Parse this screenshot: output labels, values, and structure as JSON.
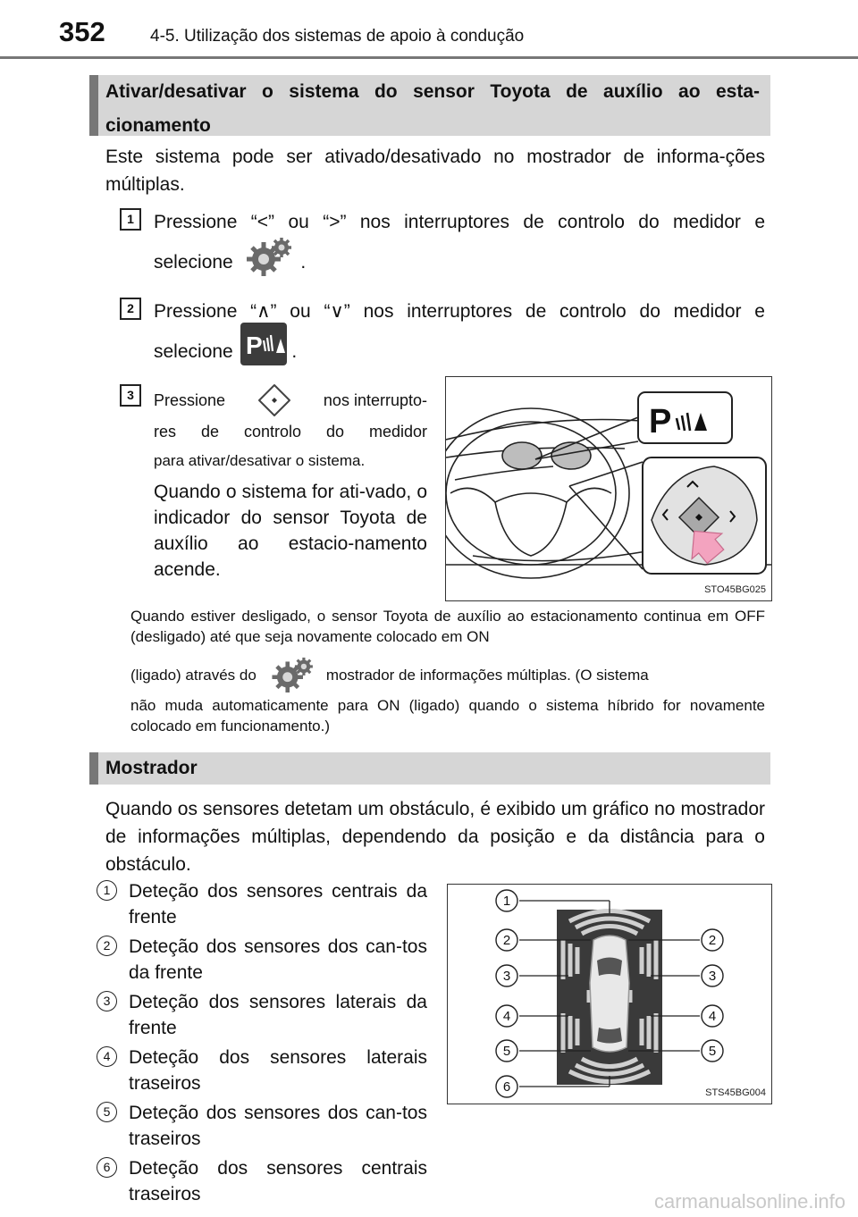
{
  "header": {
    "page_number": "352",
    "title": "4-5. Utilização dos sistemas de apoio à condução"
  },
  "section1": {
    "title": "Ativar/desativar o sistema do sensor Toyota de auxílio ao esta-cionamento",
    "intro": "Este sistema pode ser ativado/desativado no mostrador de informa-ções múltiplas.",
    "steps": [
      {
        "num": "1",
        "line1": "Pressione “<” ou “>” nos interruptores de controlo do medidor e",
        "line2_before": "selecione",
        "line2_after": "."
      },
      {
        "num": "2",
        "line1": "Pressione “∧” ou “∨” nos interruptores de controlo do medidor e",
        "line2_before": "selecione",
        "line2_after": "."
      },
      {
        "num": "3",
        "line1_before": "Pressione",
        "line1_after": "nos interrupto-",
        "line2": "res de controlo do medidor",
        "line3": "para ativar/desativar o sistema."
      }
    ],
    "step3_detail": "Quando o sistema for ati-vado, o indicador do sensor Toyota de auxílio ao estacio-namento acende.",
    "figure_code": "STO45BG025",
    "note_part1": "Quando estiver desligado, o sensor Toyota de auxílio ao estacionamento continua em OFF (desligado) até que seja novamente colocado em ON",
    "note_before_icon": "(ligado) através do",
    "note_after_icon": "mostrador de informações múltiplas. (O sistema",
    "note_part3": "não muda automaticamente para ON (ligado) quando o sistema híbrido for novamente colocado em funcionamento.)"
  },
  "section2": {
    "title": "Mostrador",
    "intro": "Quando os sensores detetam um obstáculo, é exibido um gráfico no mostrador de informações múltiplas, dependendo da posição e da distância para o obstáculo.",
    "items": [
      {
        "num": "1",
        "text": "Deteção dos sensores centrais da frente"
      },
      {
        "num": "2",
        "text": "Deteção dos sensores dos can-tos da frente"
      },
      {
        "num": "3",
        "text": "Deteção dos sensores laterais da frente"
      },
      {
        "num": "4",
        "text": "Deteção dos sensores laterais traseiros"
      },
      {
        "num": "5",
        "text": "Deteção dos sensores dos can-tos traseiros"
      },
      {
        "num": "6",
        "text": "Deteção dos sensores centrais traseiros"
      }
    ],
    "figure_code": "STS45BG004",
    "figure_labels_left": [
      "1",
      "2",
      "3",
      "4",
      "5",
      "6"
    ],
    "figure_labels_right": [
      "2",
      "3",
      "4",
      "5"
    ]
  },
  "watermark": "carmanualsonline.info",
  "icons": [
    "gear-settings-icon",
    "parking-sensor-icon",
    "ok-button-icon",
    "steering-wheel-icon",
    "car-top-view-icon"
  ]
}
